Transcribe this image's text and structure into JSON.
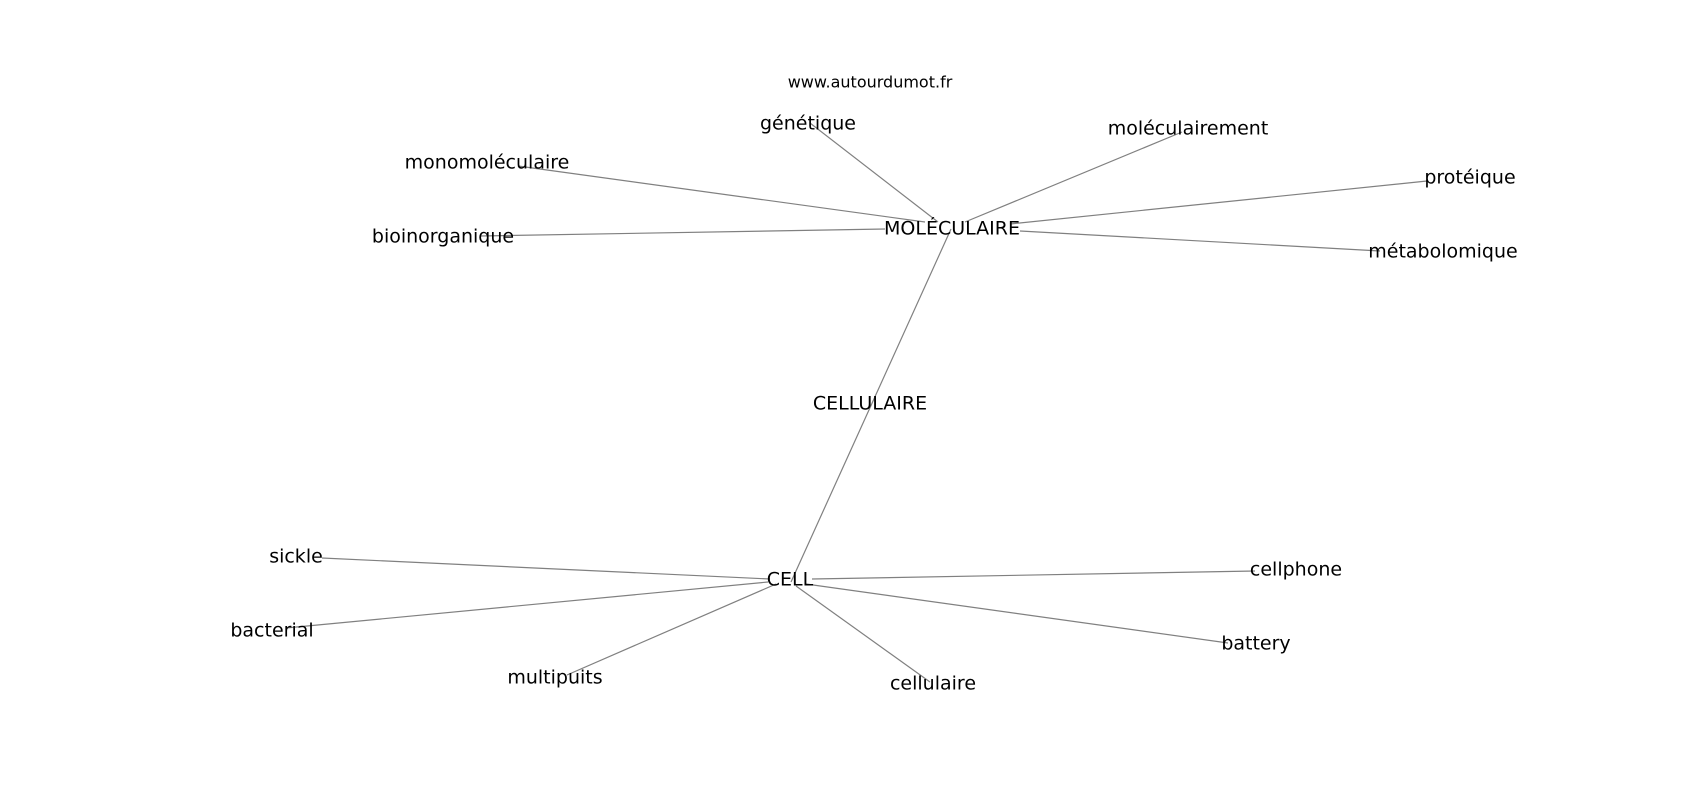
{
  "watermark": "www.autourdumot.fr",
  "graph": {
    "nodes": {
      "moleculaire": "MOLÉCULAIRE",
      "cellulaire_hub": "CELLULAIRE",
      "cell": "CELL",
      "genetique": "génétique",
      "moleculairement": "moléculairement",
      "monomoleculaire": "monomoléculaire",
      "proteique": "protéique",
      "bioinorganique": "bioinorganique",
      "metabolomique": "métabolomique",
      "sickle": "sickle",
      "cellphone": "cellphone",
      "bacterial": "bacterial",
      "battery": "battery",
      "multipuits": "multipuits",
      "cellulaire": "cellulaire"
    }
  }
}
